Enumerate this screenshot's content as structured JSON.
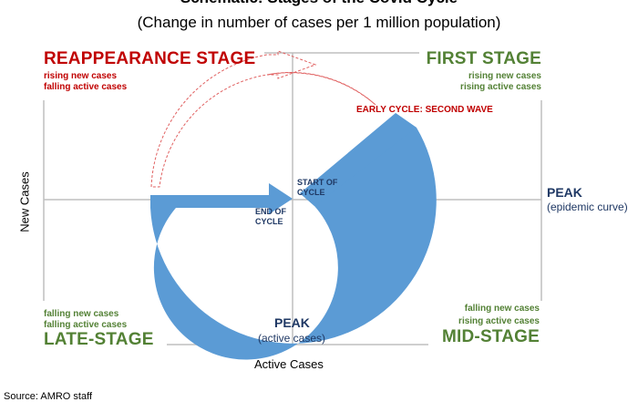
{
  "title": "Schematic: Stages of the Covid Cycle",
  "subtitle": "(Change in number of cases per 1 million population)",
  "stages": {
    "reappearance": {
      "name": "REAPPEARANCE STAGE",
      "line1": "rising new cases",
      "line2": "falling active cases"
    },
    "first": {
      "name": "FIRST STAGE",
      "line1": "rising new cases",
      "line2": "rising active cases"
    },
    "late": {
      "name": "LATE-STAGE",
      "line1": "falling new cases",
      "line2": "falling active cases"
    },
    "mid": {
      "name": "MID-STAGE",
      "line1": "falling new cases",
      "line2": "rising active cases"
    }
  },
  "labels": {
    "early_cycle": "EARLY CYCLE: SECOND WAVE",
    "start_line1": "START OF",
    "start_line2": "CYCLE",
    "end_line1": "END OF",
    "end_line2": "CYCLE",
    "peak_right_title": "PEAK",
    "peak_right_sub": "(epidemic curve)",
    "peak_bottom_title": "PEAK",
    "peak_bottom_sub": "(active cases)"
  },
  "axes": {
    "x_label": "Active Cases",
    "y_label": "New Cases"
  },
  "source": "Source: AMRO staff",
  "colors": {
    "arrow_fill": "#5b9bd5",
    "dashed_arrow": "#e06060",
    "axis_line": "#bfbfbf",
    "stage_red": "#c00000",
    "stage_green": "#538135",
    "peak_navy": "#1f3864"
  }
}
